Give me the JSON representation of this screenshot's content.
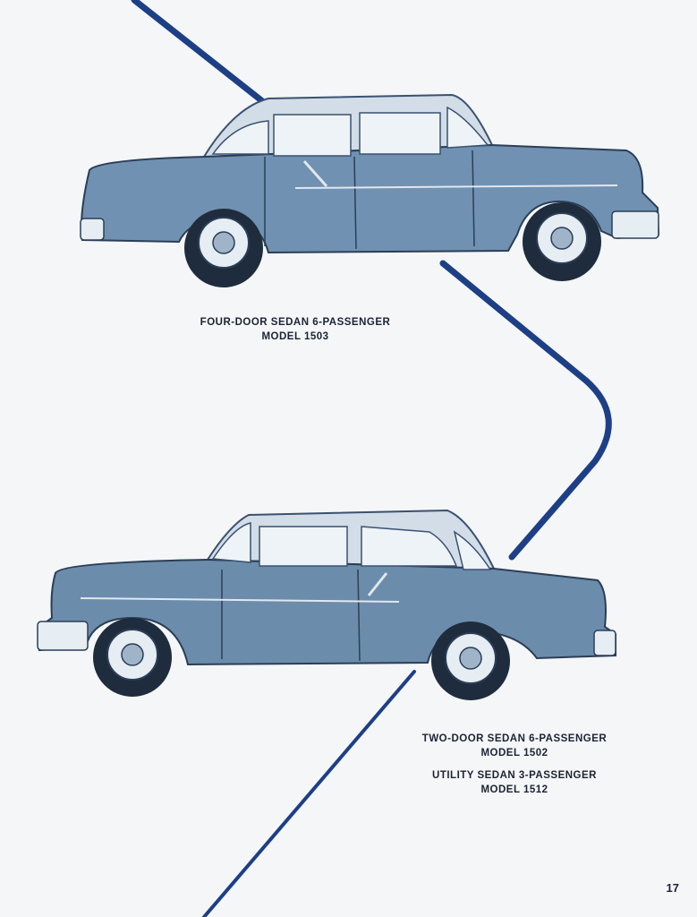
{
  "captions": {
    "four_door": {
      "line1": "FOUR-DOOR SEDAN 6-PASSENGER",
      "line2": "MODEL 1503"
    },
    "two_door": {
      "line1": "TWO-DOOR SEDAN 6-PASSENGER",
      "line2": "MODEL 1502"
    },
    "utility": {
      "line1": "UTILITY SEDAN 3-PASSENGER",
      "line2": "MODEL 1512"
    }
  },
  "page_number": "17",
  "colors": {
    "accent_line": "#1d3f86",
    "car_body": "#6f8fad",
    "car_roof": "#d7e2ec",
    "paper": "#f4f6f8"
  }
}
